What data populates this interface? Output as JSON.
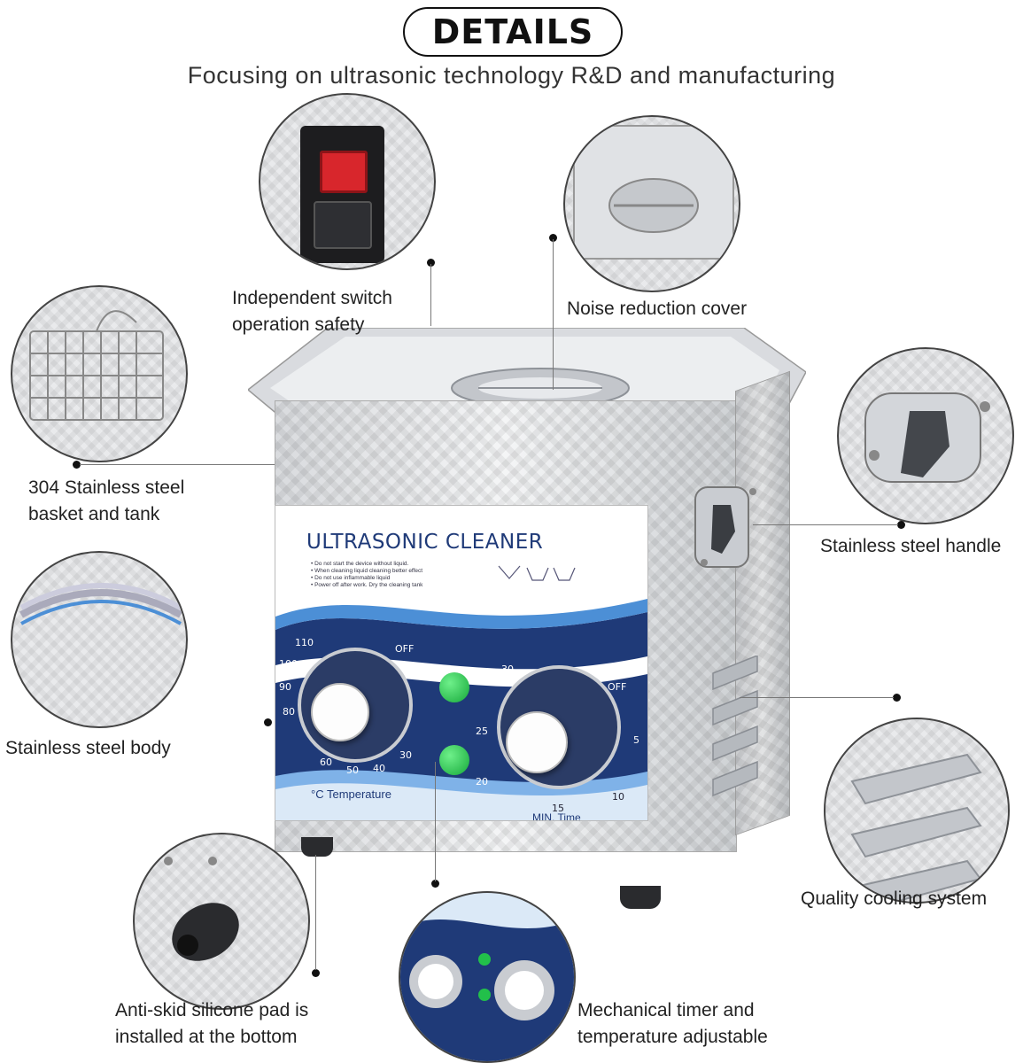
{
  "header": {
    "badge": "DETAILS",
    "subtitle": "Focusing on ultrasonic technology R&D and manufacturing"
  },
  "callouts": {
    "switch_line1": "Independent switch",
    "switch_line2": "operation safety",
    "cover": "Noise reduction cover",
    "tank_line1": "304 Stainless steel",
    "tank_line2": "basket and tank",
    "handle": "Stainless steel handle",
    "body": "Stainless steel body",
    "cooling": "Quality cooling system",
    "pad_line1": "Anti-skid silicone pad is",
    "pad_line2": "installed at the bottom",
    "timer_line1": "Mechanical timer and",
    "timer_line2": "temperature adjustable"
  },
  "panel": {
    "brand": "ULTRASONIC CLEANER",
    "notes": [
      "• Do not start the device without liquid.",
      "• When cleaning liquid cleaning better effect",
      "• Do not use inflammable liquid",
      "• Power off after work. Dry the cleaning tank"
    ],
    "temp_label": "°C Temperature",
    "time_label": "MIN. Time",
    "temp_ticks": [
      "110",
      "100",
      "90",
      "80",
      "60",
      "50",
      "40",
      "30",
      "OFF"
    ],
    "time_ticks": [
      "30",
      "OFF",
      "25",
      "5",
      "20",
      "10",
      "15"
    ]
  },
  "colors": {
    "panel_blue": "#1f3a78",
    "wave_light": "#4c8fd6",
    "led_green": "#22c04a",
    "switch_red": "#d8262c"
  }
}
